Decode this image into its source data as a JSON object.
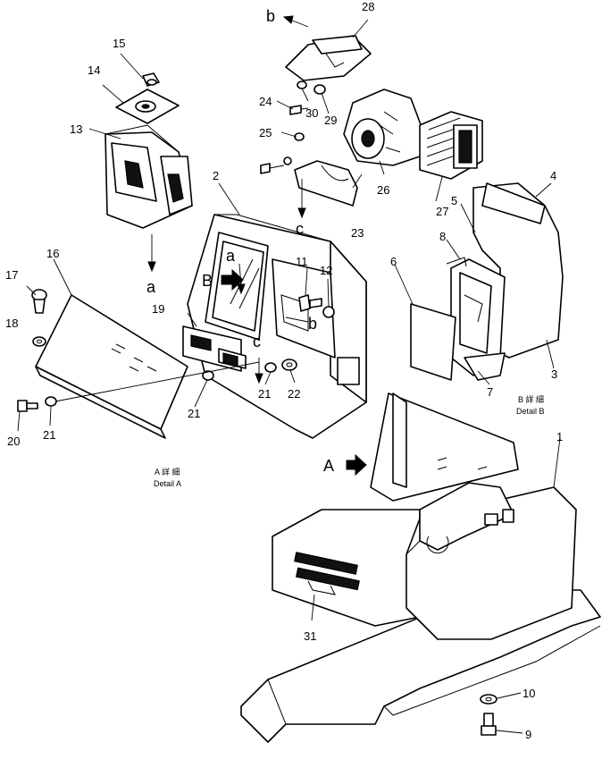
{
  "callouts": {
    "p1": "1",
    "p2": "2",
    "p3": "3",
    "p4": "4",
    "p5": "5",
    "p6": "6",
    "p7": "7",
    "p8": "8",
    "p9": "9",
    "p10": "10",
    "p11": "11",
    "p12": "12",
    "p13": "13",
    "p14": "14",
    "p15": "15",
    "p16": "16",
    "p17": "17",
    "p18": "18",
    "p19": "19",
    "p20": "20",
    "p21a": "21",
    "p21b": "21",
    "p21c": "21",
    "p22": "22",
    "p23": "23",
    "p24": "24",
    "p25": "25",
    "p26": "26",
    "p27": "27",
    "p28": "28",
    "p29": "29",
    "p30": "30",
    "p31": "31"
  },
  "letters": {
    "a_lower1": "a",
    "a_lower2": "a",
    "b_lower1": "b",
    "b_lower2": "b",
    "c_lower1": "c",
    "c_lower2": "c",
    "A_upper": "A",
    "B_upper": "B"
  },
  "captions": {
    "detail_a_jp": "A 詳 細",
    "detail_a_en": "Detail A",
    "detail_b_jp": "B 詳 細",
    "detail_b_en": "Detail B"
  }
}
